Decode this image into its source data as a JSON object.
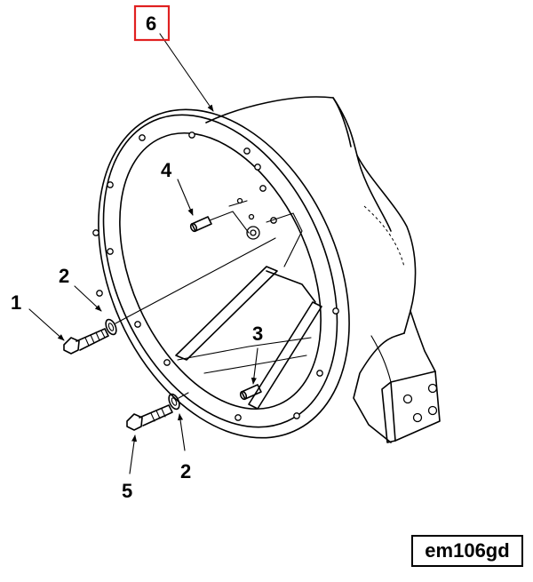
{
  "figure": {
    "callouts": {
      "c1": "1",
      "c2a": "2",
      "c2b": "2",
      "c3": "3",
      "c4": "4",
      "c5": "5",
      "c6": "6"
    },
    "highlighted_callout": "6",
    "highlight_color": "#e02020",
    "drawing_code": "em106gd"
  }
}
